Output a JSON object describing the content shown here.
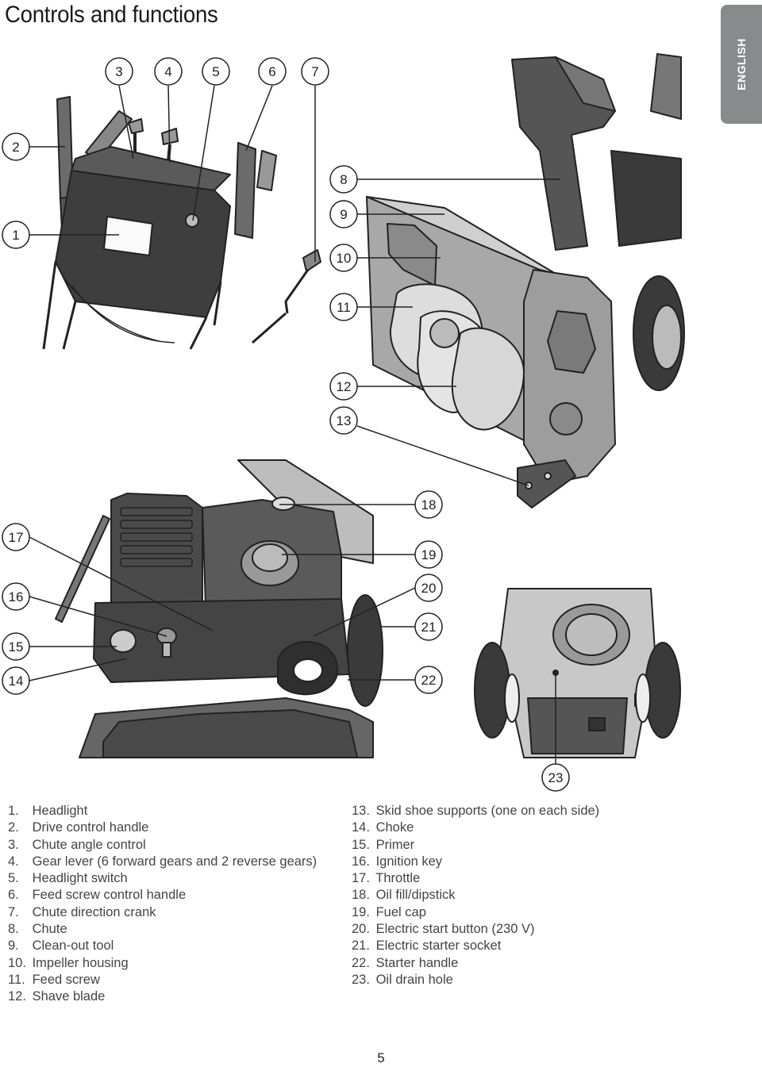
{
  "page": {
    "title": "Controls and functions",
    "language_tab": "ENGLISH",
    "page_number": "5"
  },
  "callouts": [
    "1",
    "2",
    "3",
    "4",
    "5",
    "6",
    "7",
    "8",
    "9",
    "10",
    "11",
    "12",
    "13",
    "14",
    "15",
    "16",
    "17",
    "18",
    "19",
    "20",
    "21",
    "22",
    "23"
  ],
  "legend_left": [
    {
      "num": "1.",
      "label": "Headlight"
    },
    {
      "num": "2.",
      "label": "Drive control handle"
    },
    {
      "num": "3.",
      "label": "Chute angle control"
    },
    {
      "num": "4.",
      "label": "Gear lever (6 forward gears and 2 reverse gears)"
    },
    {
      "num": "5.",
      "label": "Headlight switch"
    },
    {
      "num": "6.",
      "label": "Feed screw control handle"
    },
    {
      "num": "7.",
      "label": "Chute direction crank"
    },
    {
      "num": "8.",
      "label": "Chute"
    },
    {
      "num": "9.",
      "label": "Clean-out tool"
    },
    {
      "num": "10.",
      "label": "Impeller housing"
    },
    {
      "num": "11.",
      "label": "Feed screw"
    },
    {
      "num": "12.",
      "label": "Shave blade"
    }
  ],
  "legend_right": [
    {
      "num": "13.",
      "label": "Skid shoe supports (one on each side)"
    },
    {
      "num": "14.",
      "label": "Choke"
    },
    {
      "num": "15.",
      "label": "Primer"
    },
    {
      "num": "16.",
      "label": "Ignition key"
    },
    {
      "num": "17.",
      "label": "Throttle"
    },
    {
      "num": "18.",
      "label": "Oil fill/dipstick"
    },
    {
      "num": "19.",
      "label": "Fuel cap"
    },
    {
      "num": "20.",
      "label": "Electric start button (230 V)"
    },
    {
      "num": "21.",
      "label": "Electric starter socket"
    },
    {
      "num": "22.",
      "label": "Starter handle"
    },
    {
      "num": "23.",
      "label": "Oil drain hole"
    }
  ]
}
